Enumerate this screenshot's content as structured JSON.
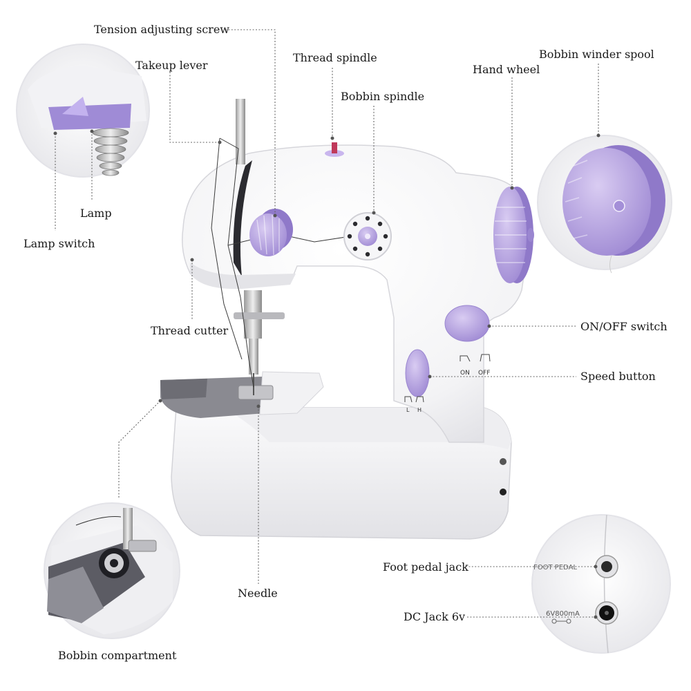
{
  "labels": {
    "tension_adjusting_screw": "Tension adjusting screw",
    "takeup_lever": "Takeup lever",
    "thread_spindle": "Thread spindle",
    "bobbin_spindle": "Bobbin spindle",
    "hand_wheel": "Hand wheel",
    "bobbin_winder_spool": "Bobbin winder spool",
    "lamp": "Lamp",
    "lamp_switch": "Lamp switch",
    "thread_cutter": "Thread cutter",
    "on_off_switch": "ON/OFF switch",
    "speed_button": "Speed button",
    "foot_pedal_jack": "Foot pedal jack",
    "dc_jack": "DC Jack 6v",
    "needle": "Needle",
    "bobbin_compartment": "Bobbin compartment"
  },
  "markings": {
    "on": "ON",
    "off": "OFF",
    "low": "L",
    "high": "H",
    "foot_pedal": "FOOT PEDAL",
    "dc_rating": "6V800mA"
  },
  "colors": {
    "lavender": "#b39ddb",
    "lavender_dark": "#9575cd",
    "body_white": "#f7f7f8",
    "shadow": "#dcdce0"
  },
  "icons": {
    "machine": "sewing-machine-illustration",
    "lamp_detail": "lamp-closeup-circle",
    "spool_detail": "bobbin-winder-closeup-circle",
    "bobbin_detail": "bobbin-compartment-closeup-circle",
    "jack_detail": "jack-ports-closeup-circle"
  }
}
